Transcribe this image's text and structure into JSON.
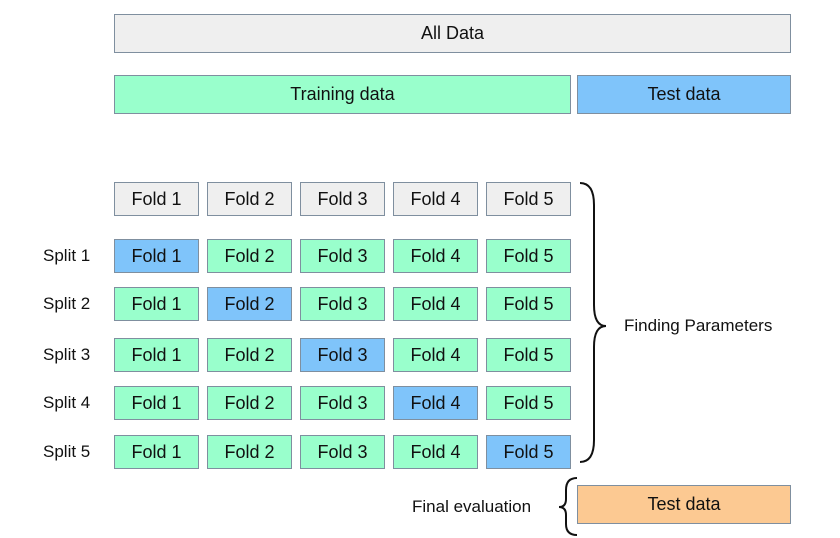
{
  "all_data": "All Data",
  "training_data": "Training data",
  "test_data": "Test data",
  "folds": [
    "Fold 1",
    "Fold 2",
    "Fold 3",
    "Fold 4",
    "Fold 5"
  ],
  "splits": [
    {
      "label": "Split 1",
      "test_fold": 1
    },
    {
      "label": "Split 2",
      "test_fold": 2
    },
    {
      "label": "Split 3",
      "test_fold": 3
    },
    {
      "label": "Split 4",
      "test_fold": 4
    },
    {
      "label": "Split 5",
      "test_fold": 5
    }
  ],
  "finding_parameters": "Finding Parameters",
  "final_evaluation": "Final evaluation",
  "final_test_data": "Test data",
  "colors": {
    "all_data": "#efefef",
    "training": "#99ffcc",
    "test": "#7fc4fa",
    "final_test": "#fcc992"
  }
}
